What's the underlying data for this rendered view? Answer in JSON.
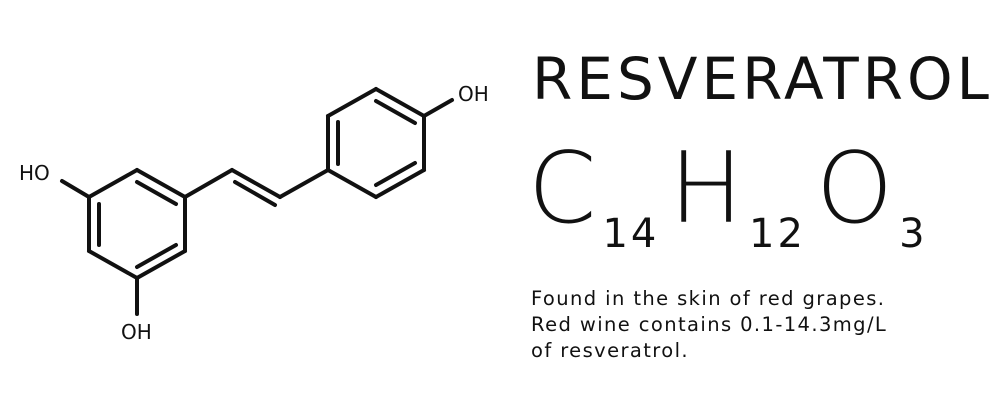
{
  "diagram": {
    "atom_labels": {
      "oh_top_right": "OH",
      "ho_left": "HO",
      "oh_bottom": "OH"
    }
  },
  "title": "RESVERATROL",
  "formula": {
    "elements": [
      {
        "symbol": "C",
        "count": "14"
      },
      {
        "symbol": "H",
        "count": "12"
      },
      {
        "symbol": "O",
        "count": "3"
      }
    ]
  },
  "description": {
    "lines": [
      "Found in the skin of red grapes.",
      "Red wine contains 0.1-14.3mg/L",
      "of resveratrol."
    ]
  },
  "colors": {
    "background": "#ffffff",
    "ink": "#111111"
  }
}
